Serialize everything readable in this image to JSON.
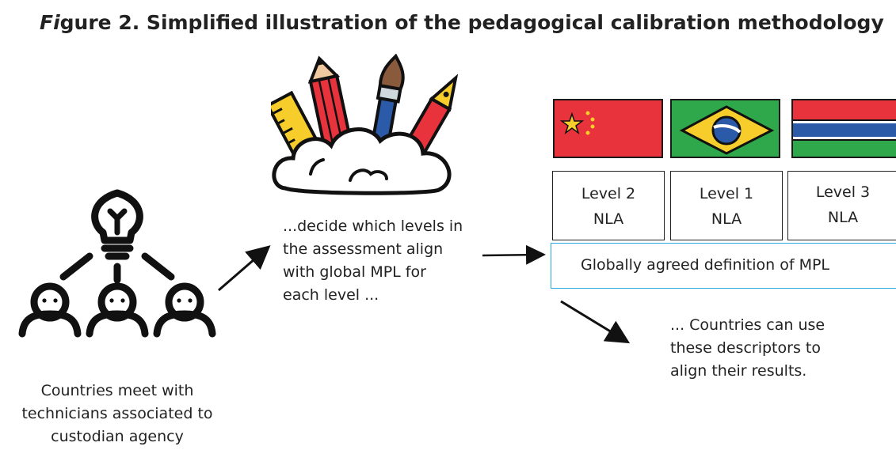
{
  "figure": {
    "title_prefix": "Fi",
    "title_rest": "gure 2. Simplified illustration of the pedagogical calibration methodology"
  },
  "captions": {
    "people": [
      "Countries meet with",
      "technicians associated to",
      "custodian agency"
    ],
    "decide": [
      "...decide which levels in",
      "the assessment align",
      "with global MPL for",
      "each level ..."
    ],
    "countries": [
      "... Countries can use",
      "these descriptors to",
      "align their results."
    ]
  },
  "levels": [
    {
      "level": "Level 2",
      "type": "NLA"
    },
    {
      "level": "Level 1",
      "type": "NLA"
    },
    {
      "level": "Level 3",
      "type": "NLA"
    }
  ],
  "mpl_definition": "Globally agreed definition of MPL",
  "flags": [
    "china-flag",
    "brazil-flag",
    "gambia-flag"
  ],
  "icons": [
    "team-lightbulb-icon",
    "art-supplies-cloud-icon"
  ],
  "colors": {
    "mpl_border": "#29a8df",
    "flag_red": "#e8323c",
    "flag_green": "#2ea84a",
    "flag_yellow": "#f6cd2a",
    "flag_blue": "#2a5aa8",
    "text": "#222222"
  }
}
